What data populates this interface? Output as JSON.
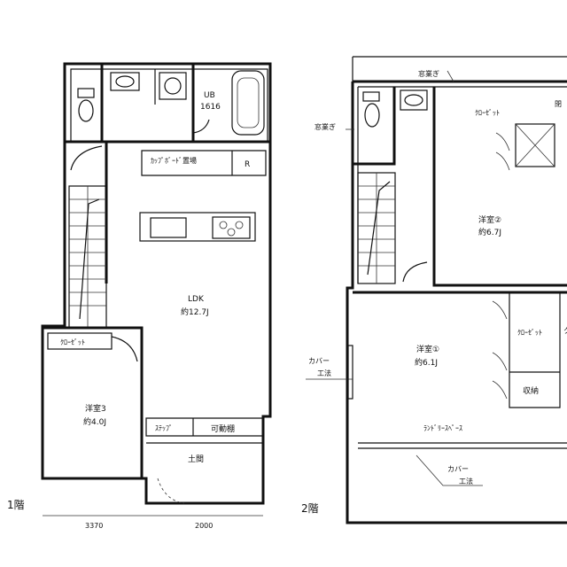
{
  "floor1": {
    "floor_label": "1階",
    "ub_label": "UB",
    "ub_size": "1616",
    "cupboard_label": "ｶｯﾌﾟﾎﾞｰﾄﾞ置場",
    "fridge_label": "R",
    "ldk_label": "LDK",
    "ldk_area": "約12.7J",
    "closet_label": "ｸﾛｰｾﾞｯﾄ",
    "room3_label": "洋室3",
    "room3_area": "約4.0J",
    "step_label": "ｽﾃｯﾌﾟ",
    "shelf_label": "可動棚",
    "doma_label": "土間",
    "dim_left": "3370",
    "dim_right": "2000"
  },
  "floor2": {
    "floor_label": "2階",
    "window_label_top": "窓業ぎ",
    "window_label_left": "窓業ぎ",
    "closet_label_top": "ｸﾛｰｾﾞｯﾄ",
    "room2_label": "洋室②",
    "room2_area": "約6.7J",
    "room1_label": "洋室①",
    "room1_area": "約6.1J",
    "closet_label_right": "ｸﾛｰｾﾞｯﾄ",
    "storage_label": "収納",
    "laundry_label": "ﾗﾝﾄﾞﾘｰｽﾍﾟｰｽ",
    "cover_left_1": "カバー",
    "cover_left_2": "工法",
    "cover_bottom_1": "カバー",
    "cover_bottom_2": "工法",
    "cut_label_1": "閉",
    "cut_label_2": "ク"
  }
}
